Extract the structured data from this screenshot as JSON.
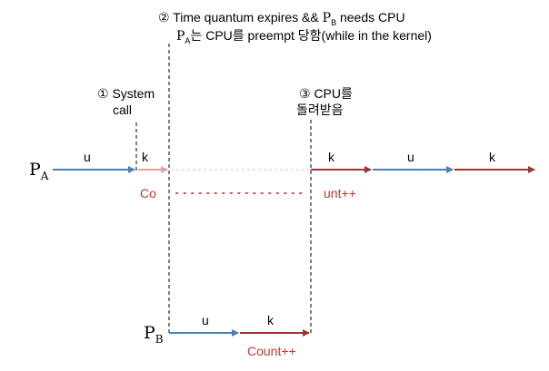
{
  "annotations": {
    "event2_line1_prefix": "② Time quantum expires && ",
    "event2_pb_base": "P",
    "event2_pb_sub": "B",
    "event2_line1_suffix": " needs CPU",
    "event2_pa_base": "P",
    "event2_pa_sub": "A",
    "event2_line2_suffix": "는 CPU를 preempt 당함(while in the kernel)",
    "event1_line1": "① System",
    "event1_line2": "call",
    "event3_line1": "③ CPU를",
    "event3_line2": "돌려받음"
  },
  "process_a": {
    "label_base": "P",
    "label_sub": "A",
    "seg_u1": "u",
    "seg_k1": "k",
    "seg_k2": "k",
    "seg_u2": "u",
    "seg_k3": "k",
    "count_left": "Co",
    "count_right": "unt++"
  },
  "process_b": {
    "label_base": "P",
    "label_sub": "B",
    "seg_u": "u",
    "seg_k": "k",
    "count": "Count++"
  },
  "colors": {
    "user_mode": "#4a7ebb",
    "kernel_mode": "#a0352f",
    "kernel_faded": "#e6a19c",
    "counter_text": "#c0392b",
    "dotted_red": "#e0534a",
    "divider": "#000000"
  }
}
